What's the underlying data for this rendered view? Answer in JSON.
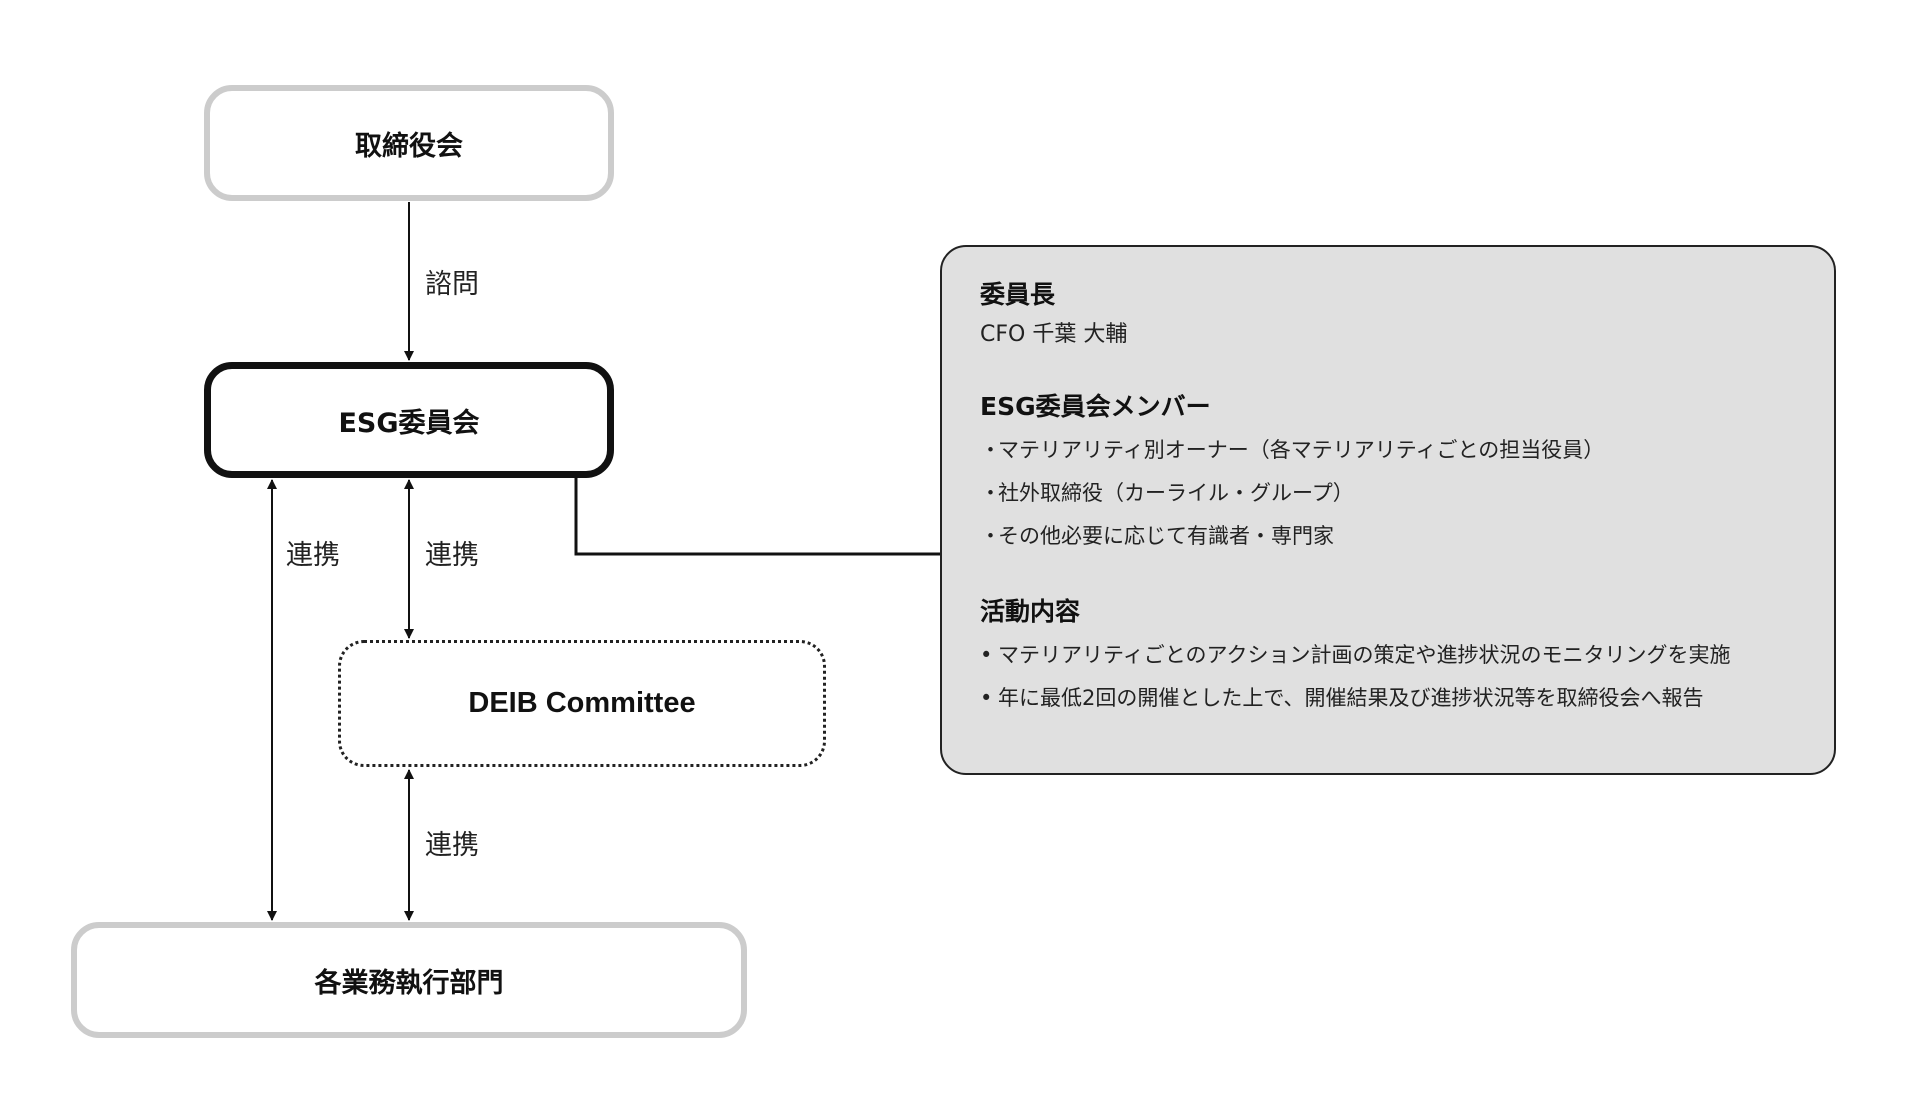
{
  "nodes": {
    "board": "取締役会",
    "esg_committee": "ESG委員会",
    "deib_committee": "DEIB Committee",
    "business_divisions": "各業務執行部門"
  },
  "edges": {
    "board_to_esg": "諮問",
    "esg_left_link": "連携",
    "esg_to_deib": "連携",
    "deib_to_divisions": "連携"
  },
  "panel": {
    "chair_heading": "委員長",
    "chair_name": "CFO 千葉 大輔",
    "members_heading": "ESG委員会メンバー",
    "members": [
      "マテリアリティ別オーナー（各マテリアリティごとの担当役員）",
      "社外取締役（カーライル・グループ）",
      "その他必要に応じて有識者・専門家"
    ],
    "activities_heading": "活動内容",
    "activities": [
      "マテリアリティごとのアクション計画の策定や進捗状況のモニタリングを実施",
      "年に最低2回の開催とした上で、開催結果及び進捗状況等を取締役会へ報告"
    ]
  }
}
